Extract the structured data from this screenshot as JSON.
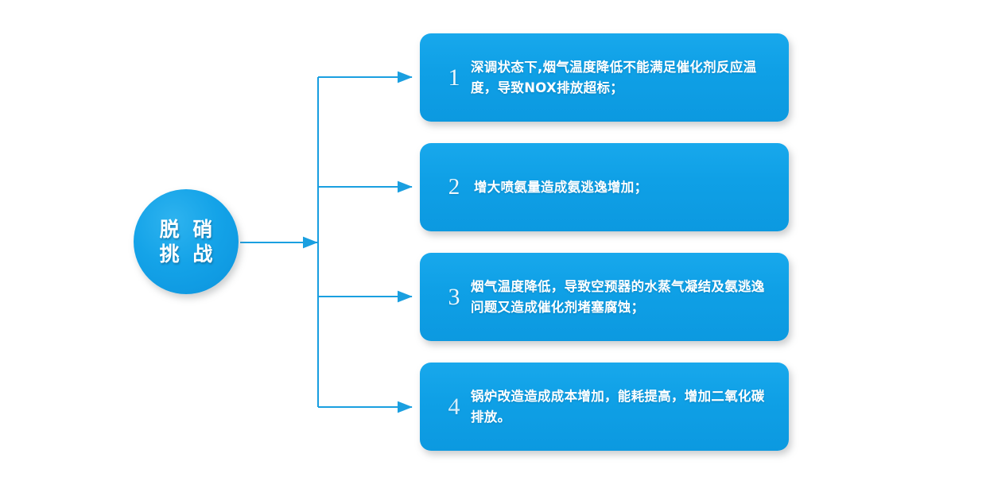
{
  "diagram": {
    "type": "flow-branch",
    "hub": {
      "label_line1": "脱 硝",
      "label_line2": "挑 战",
      "color": "#0fa0e6"
    },
    "colors": {
      "box_fill": "#0fa0e6",
      "connector": "#1a9fe0",
      "text": "#ffffff",
      "background": "#ffffff"
    },
    "items": [
      {
        "number": "1",
        "text": "深调状态下,烟气温度降低不能满足催化剂反应温度，导致NOX排放超标；"
      },
      {
        "number": "2",
        "text": "增大喷氨量造成氨逃逸增加；"
      },
      {
        "number": "3",
        "text": "烟气温度降低，导致空预器的水蒸气凝结及氨逃逸问题又造成催化剂堵塞腐蚀；"
      },
      {
        "number": "4",
        "text": "锅炉改造造成成本增加，能耗提高，增加二氧化碳排放。"
      }
    ]
  }
}
